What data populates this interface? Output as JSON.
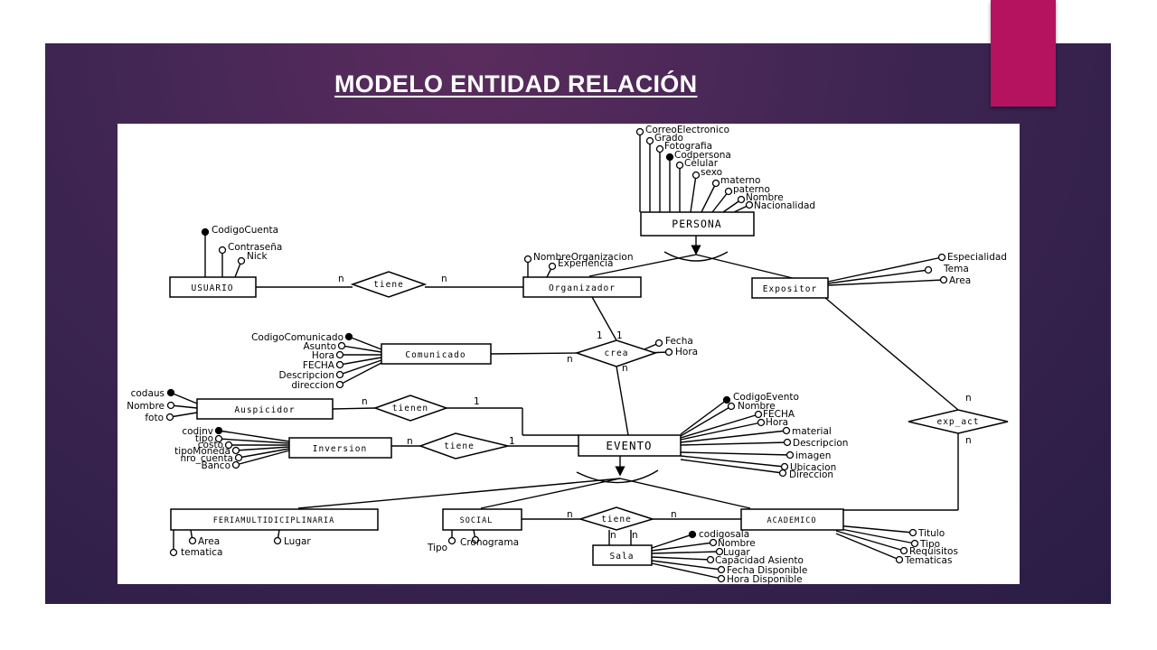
{
  "slide": {
    "title": "MODELO ENTIDAD RELACIÓN",
    "colors": {
      "accent": "#b5135f",
      "panel": "#3e2552"
    }
  },
  "diagram": {
    "entities": {
      "persona": "PERSONA",
      "usuario": "USUARIO",
      "organizador": "Organizador",
      "expositor": "Expositor",
      "comunicado": "Comunicado",
      "auspicidor": "Auspicidor",
      "inversion": "Inversion",
      "evento": "EVENTO",
      "feria": "FERIAMULTIDICIPLINARIA",
      "social": "SOCIAL",
      "academico": "ACADEMICO",
      "sala": "Sala"
    },
    "relationships": {
      "tiene_usuario": "tiene",
      "crea": "crea",
      "tienen": "tienen",
      "tiene_inversion": "tiene",
      "exp_act": "exp_act",
      "tiene_sala": "tiene"
    },
    "attributes": {
      "persona": [
        "CorreoElectronico",
        "Grado",
        "Fotografia",
        "Codpersona",
        "Celular",
        "sexo",
        "materno",
        "paterno",
        "Nombre",
        "Nacionalidad"
      ],
      "usuario": [
        "CodigoCuenta",
        "Contraseña",
        "Nick"
      ],
      "organizador": [
        "NombreOrganizacion",
        "Experiencia"
      ],
      "expositor": [
        "Especialidad",
        "Tema",
        "Area"
      ],
      "comunicado": [
        "CodigoComunicado",
        "Asunto",
        "Hora",
        "FECHA",
        "Descripcion",
        "direccion"
      ],
      "crea": [
        "Fecha",
        "Hora"
      ],
      "auspicidor": [
        "codaus",
        "Nombre",
        "foto"
      ],
      "inversion": [
        "codinv",
        "tipo",
        "costo",
        "tipoMoneda",
        "nro_cuenta",
        "Banco"
      ],
      "evento": [
        "CodigoEvento",
        "Nombre",
        "FECHA",
        "Hora",
        "material",
        "Descripcion",
        "imagen",
        "Ubicacion",
        "Direccion"
      ],
      "feria": [
        "Area",
        "Lugar",
        "tematica"
      ],
      "social": [
        "Tipo",
        "Cronograma"
      ],
      "sala": [
        "codigosala",
        "Nombre",
        "Lugar",
        "Capacidad Asiento",
        "Fecha Disponible",
        "Hora Disponible"
      ],
      "academico": [
        "Titulo",
        "Tipo",
        "Requisitos",
        "Tematicas"
      ]
    },
    "cardinalities": {
      "usuario_left": "n",
      "usuario_right": "n",
      "crea_org_left": "1",
      "crea_org_right": "1",
      "crea_com": "n",
      "crea_evento": "n",
      "tienen_left": "n",
      "tienen_right": "1",
      "inversion_left": "n",
      "inversion_right": "1",
      "exp_top": "n",
      "exp_bottom": "n",
      "sala_left": "n",
      "sala_right": "n",
      "sala_bottom_left": "n",
      "sala_bottom_right": "n"
    }
  }
}
